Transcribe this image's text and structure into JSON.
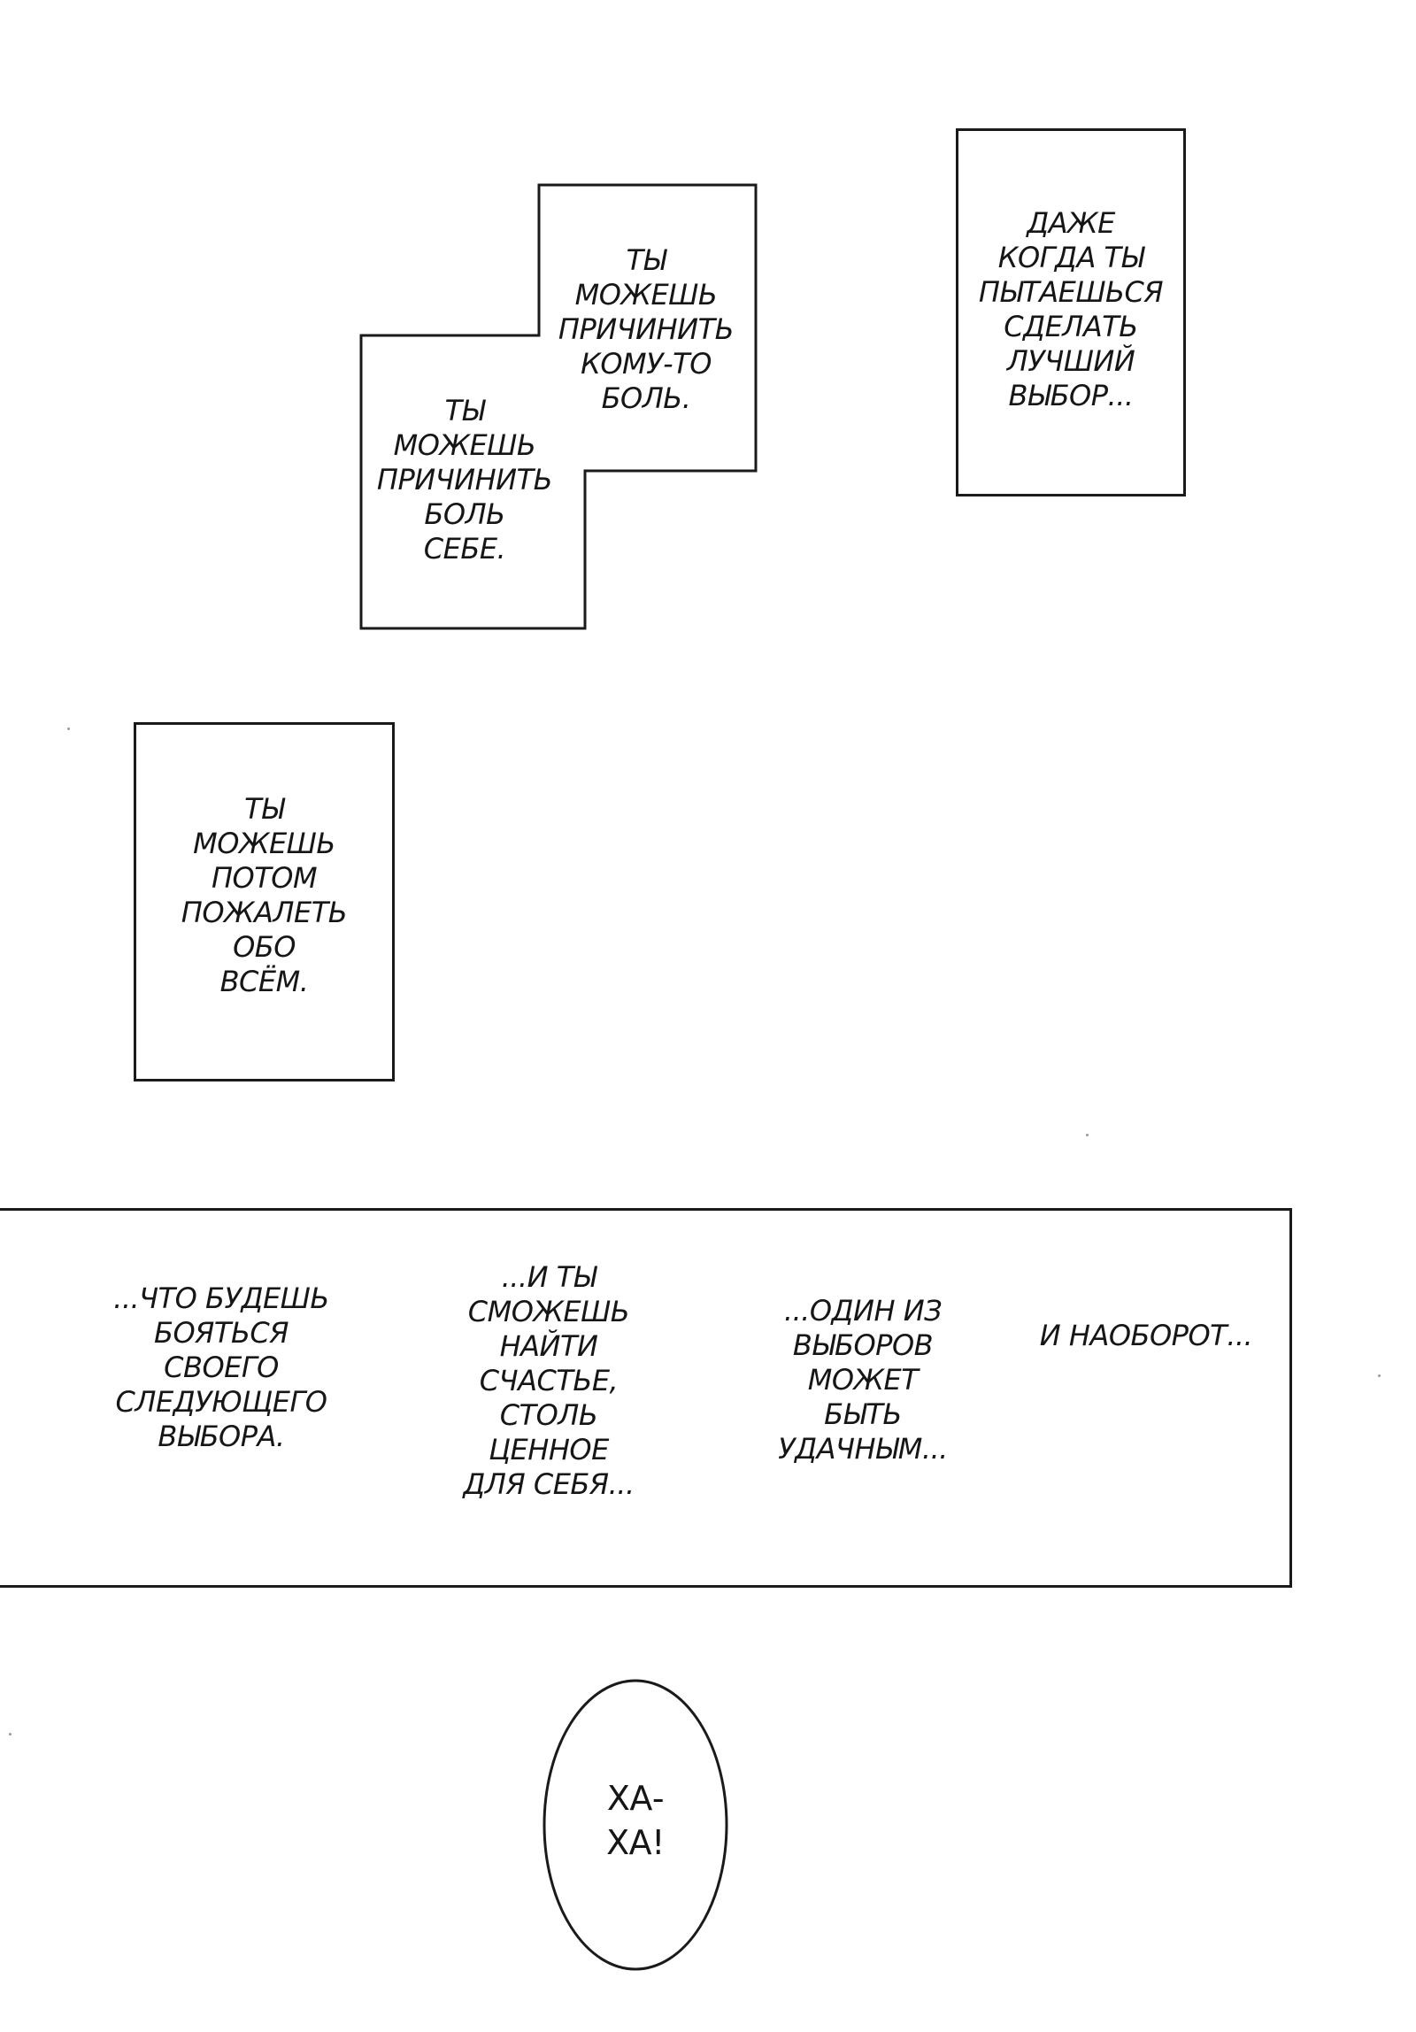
{
  "caption_top_right": {
    "lines": [
      "ДАЖЕ",
      "КОГДА ТЫ",
      "ПЫТАЕШЬСЯ",
      "СДЕЛАТЬ",
      "ЛУЧШИЙ",
      "ВЫБОР..."
    ]
  },
  "caption_hurt_others": {
    "lines": [
      "ТЫ",
      "МОЖЕШЬ",
      "ПРИЧИНИТЬ",
      "КОМУ-ТО",
      "БОЛЬ."
    ]
  },
  "caption_hurt_self": {
    "lines": [
      "ТЫ",
      "МОЖЕШЬ",
      "ПРИЧИНИТЬ",
      "БОЛЬ",
      "СЕБЕ."
    ]
  },
  "caption_regret": {
    "lines": [
      "ТЫ",
      "МОЖЕШЬ",
      "ПОТОМ",
      "ПОЖАЛЕТЬ",
      "ОБО",
      "ВСЁМ."
    ]
  },
  "wide_panel": {
    "col1": {
      "lines": [
        "...ЧТО БУДЕШЬ",
        "БОЯТЬСЯ",
        "СВОЕГО",
        "СЛЕДУЮЩЕГО",
        "ВЫБОРА."
      ]
    },
    "col2": {
      "lines": [
        "...И ТЫ",
        "СМОЖЕШЬ",
        "НАЙТИ",
        "СЧАСТЬЕ,",
        "СТОЛЬ",
        "ЦЕННОЕ",
        "ДЛЯ СЕБЯ..."
      ]
    },
    "col3": {
      "lines": [
        "...ОДИН ИЗ",
        "ВЫБОРОВ",
        "МОЖЕТ",
        "БЫТЬ",
        "УДАЧНЫМ..."
      ]
    },
    "col4": {
      "lines": [
        "И НАОБОРОТ..."
      ]
    }
  },
  "speech_bubble": {
    "lines": [
      "ХА-",
      "ХА!"
    ]
  }
}
